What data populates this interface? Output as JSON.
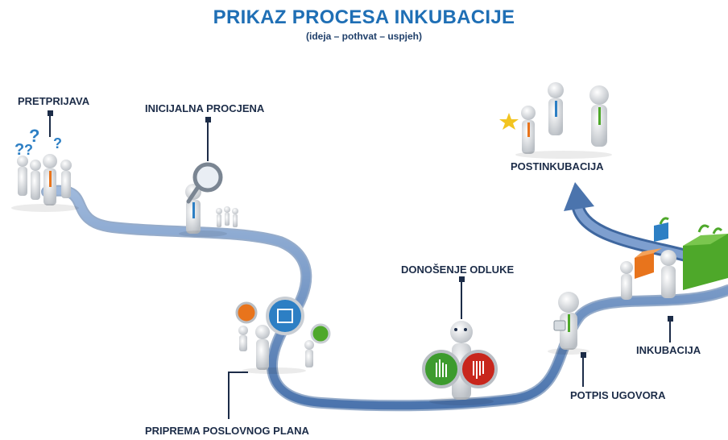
{
  "title": "PRIKAZ PROCESA INKUBACIJE",
  "subtitle": "(ideja – pothvat – uspjeh)",
  "stages": [
    {
      "id": "pretprijava",
      "label": "PRETPRIJAVA"
    },
    {
      "id": "inicijalna-procjena",
      "label": "INICIJALNA PROCJENA"
    },
    {
      "id": "priprema-poslovnog-plana",
      "label": "PRIPREMA POSLOVNOG PLANA"
    },
    {
      "id": "donosenje-odluke",
      "label": "DONOŠENJE ODLUKE"
    },
    {
      "id": "potpis-ugovora",
      "label": "POTPIS UGOVORA"
    },
    {
      "id": "inkubacija",
      "label": "INKUBACIJA"
    },
    {
      "id": "postinkubacija",
      "label": "POSTINKUBACIJA"
    }
  ],
  "colors": {
    "path": "#6f93c3",
    "path_dark": "#3f679f",
    "title": "#1f6fb5",
    "label": "#1c2c48",
    "accept_button": "#3d9b2e",
    "reject_button": "#c8261c",
    "cube_green": "#4ea82a",
    "cube_orange": "#e8741c",
    "cube_blue": "#2d7fc4"
  },
  "icons": [
    "question-mark-icon",
    "magnifier-icon",
    "document-icon",
    "hand-pointer-icon",
    "briefcase-icon",
    "cube-icon",
    "arrow-up-left-icon",
    "star-icon"
  ]
}
